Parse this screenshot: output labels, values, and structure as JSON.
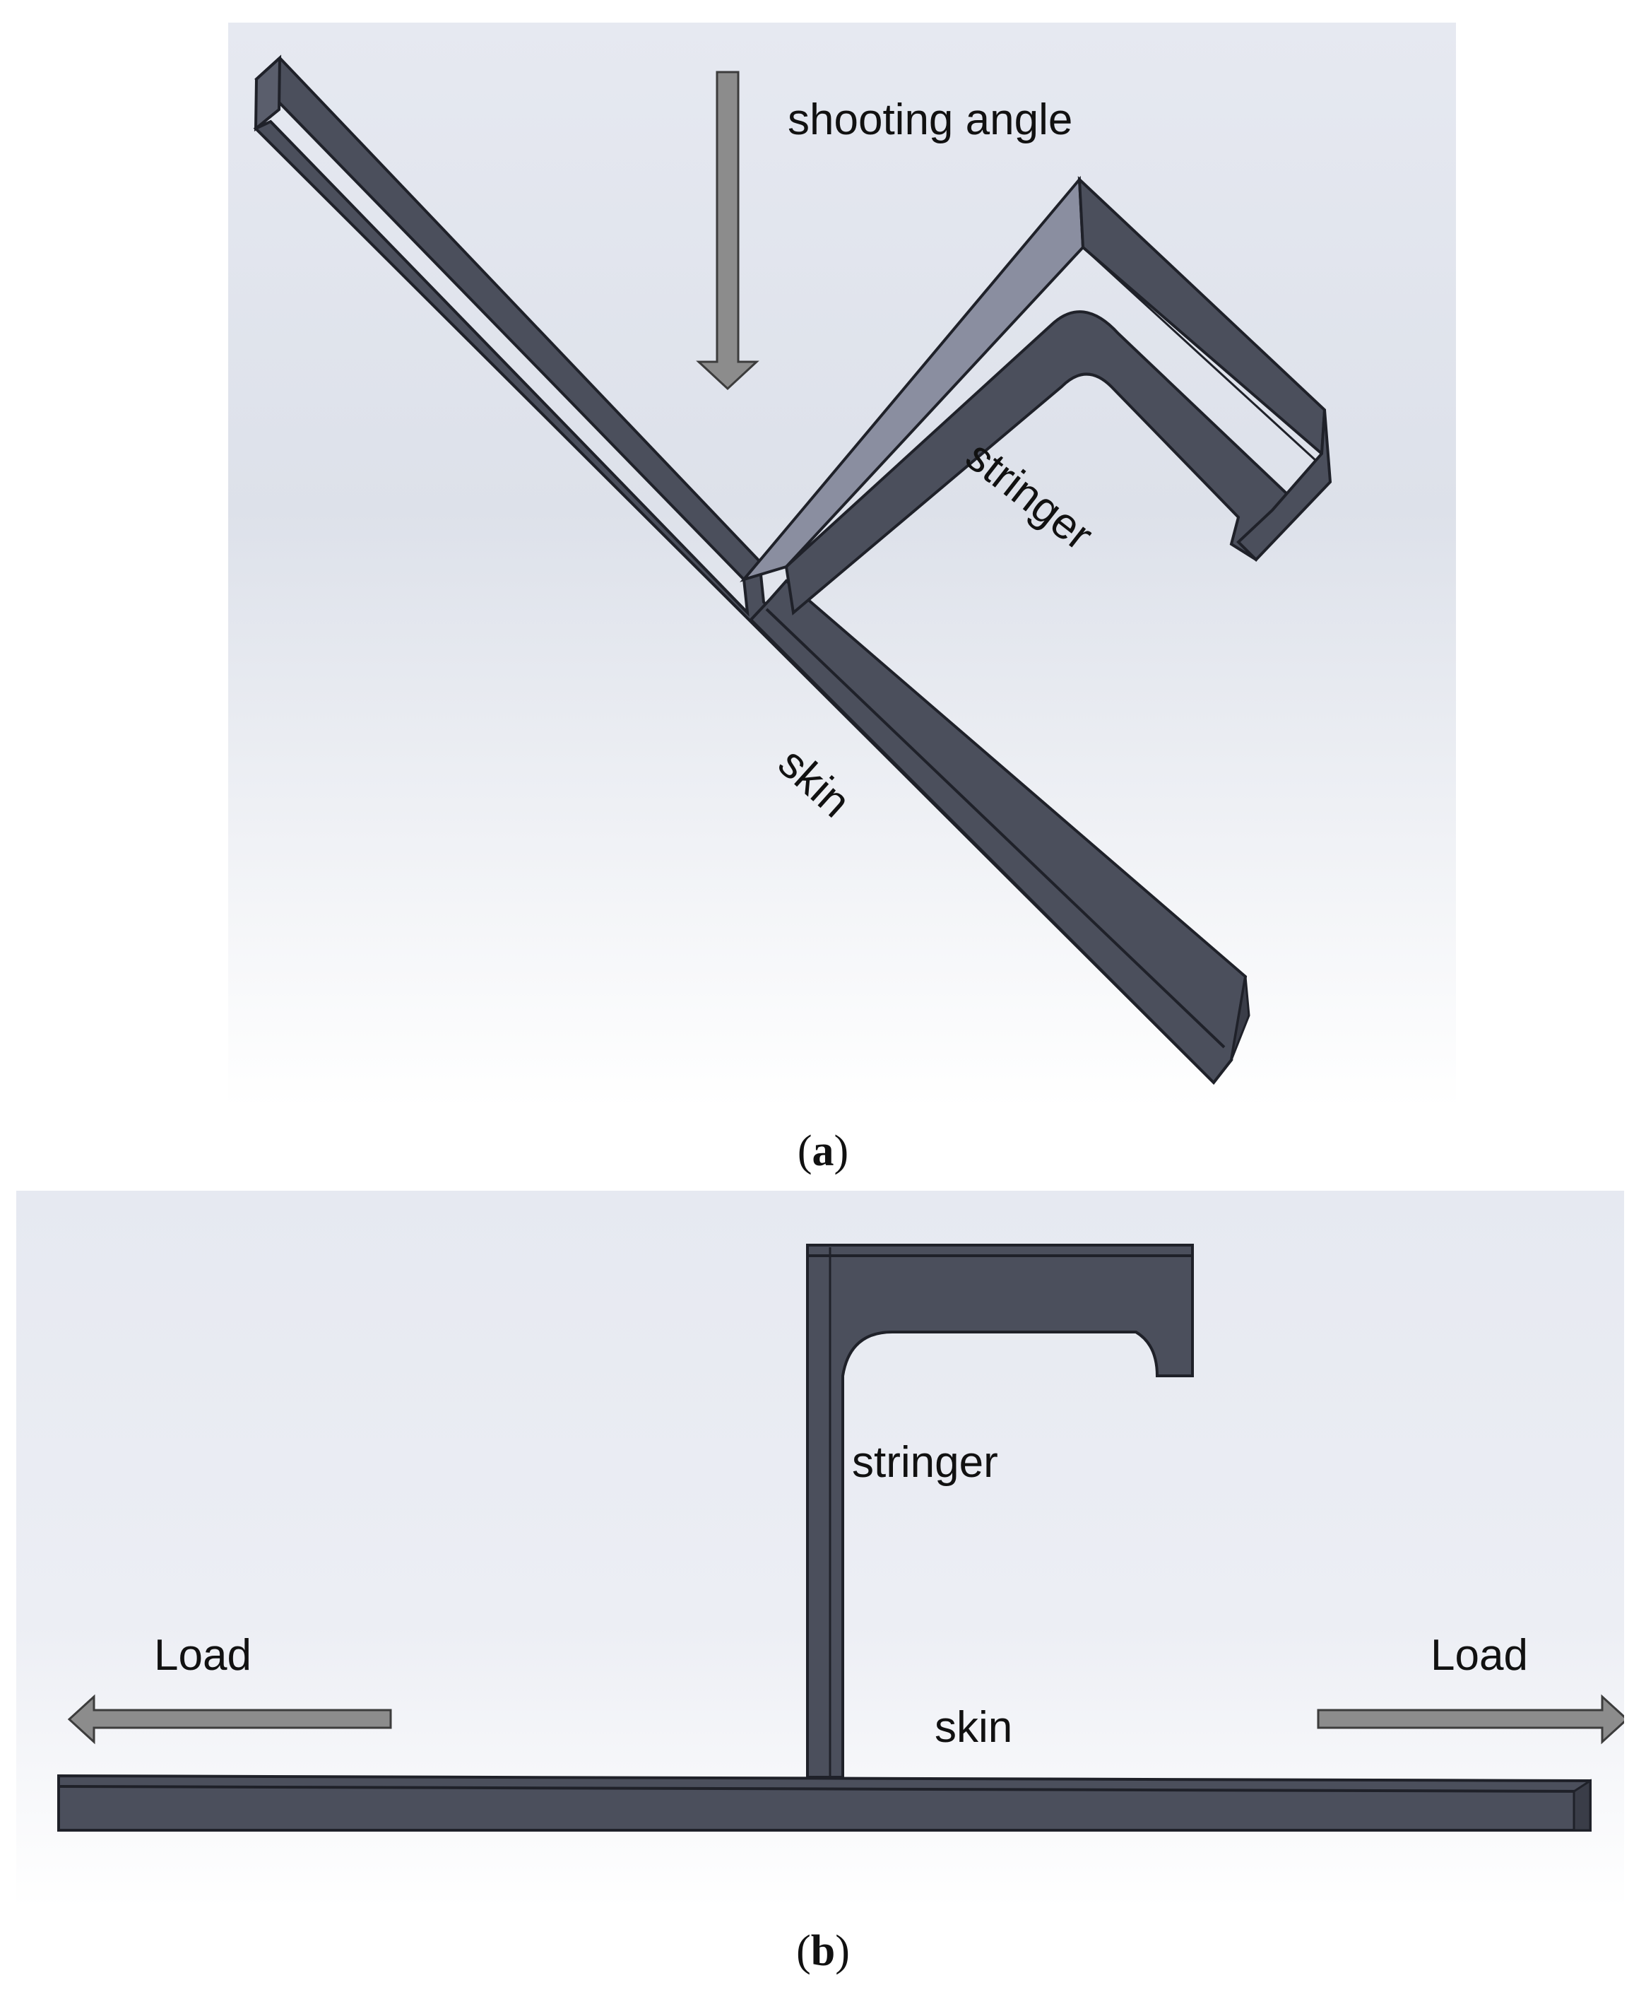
{
  "panel_a": {
    "caption_open": "(",
    "caption_letter": "a",
    "caption_close": ")",
    "labels": {
      "shooting_angle": "shooting angle",
      "stringer": "stringer",
      "skin": "skin"
    }
  },
  "panel_b": {
    "caption_open": "(",
    "caption_letter": "b",
    "caption_close": ")",
    "labels": {
      "stringer": "stringer",
      "skin": "skin",
      "load_left": "Load",
      "load_right": "Load"
    }
  },
  "colors": {
    "part_face": "#4b4f5c",
    "part_edge": "#1f2129",
    "part_highlight": "#8a8ea0",
    "arrow_fill": "#8c8c8c",
    "arrow_stroke": "#3c3c3c",
    "background_top": "#e3e6ee",
    "background_bottom": "#ffffff"
  },
  "icons": {
    "shooting_direction": "down-arrow-icon",
    "load_left": "left-arrow-icon",
    "load_right": "right-arrow-icon"
  }
}
